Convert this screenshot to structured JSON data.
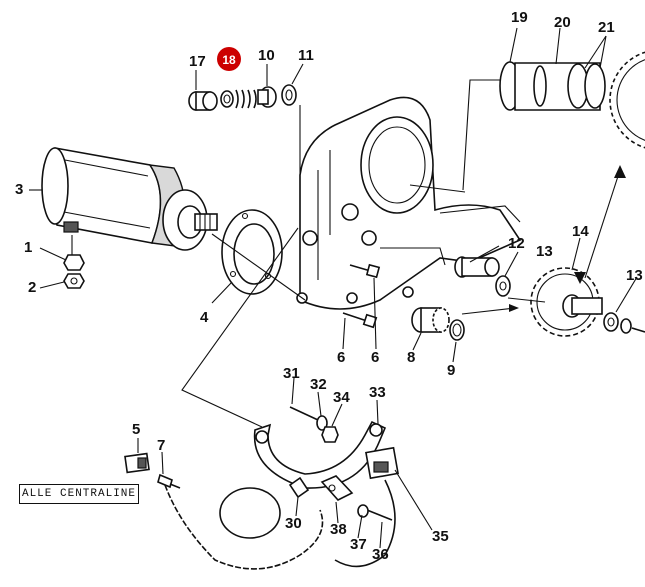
{
  "note": "ALLE CENTRALINE",
  "highlight_color": "#cc0000",
  "callouts": [
    "1",
    "2",
    "3",
    "4",
    "5",
    "6",
    "6",
    "7",
    "8",
    "9",
    "10",
    "11",
    "12",
    "13",
    "13",
    "14",
    "17",
    "18",
    "19",
    "20",
    "21",
    "30",
    "31",
    "32",
    "33",
    "34",
    "35",
    "36",
    "37",
    "38"
  ]
}
